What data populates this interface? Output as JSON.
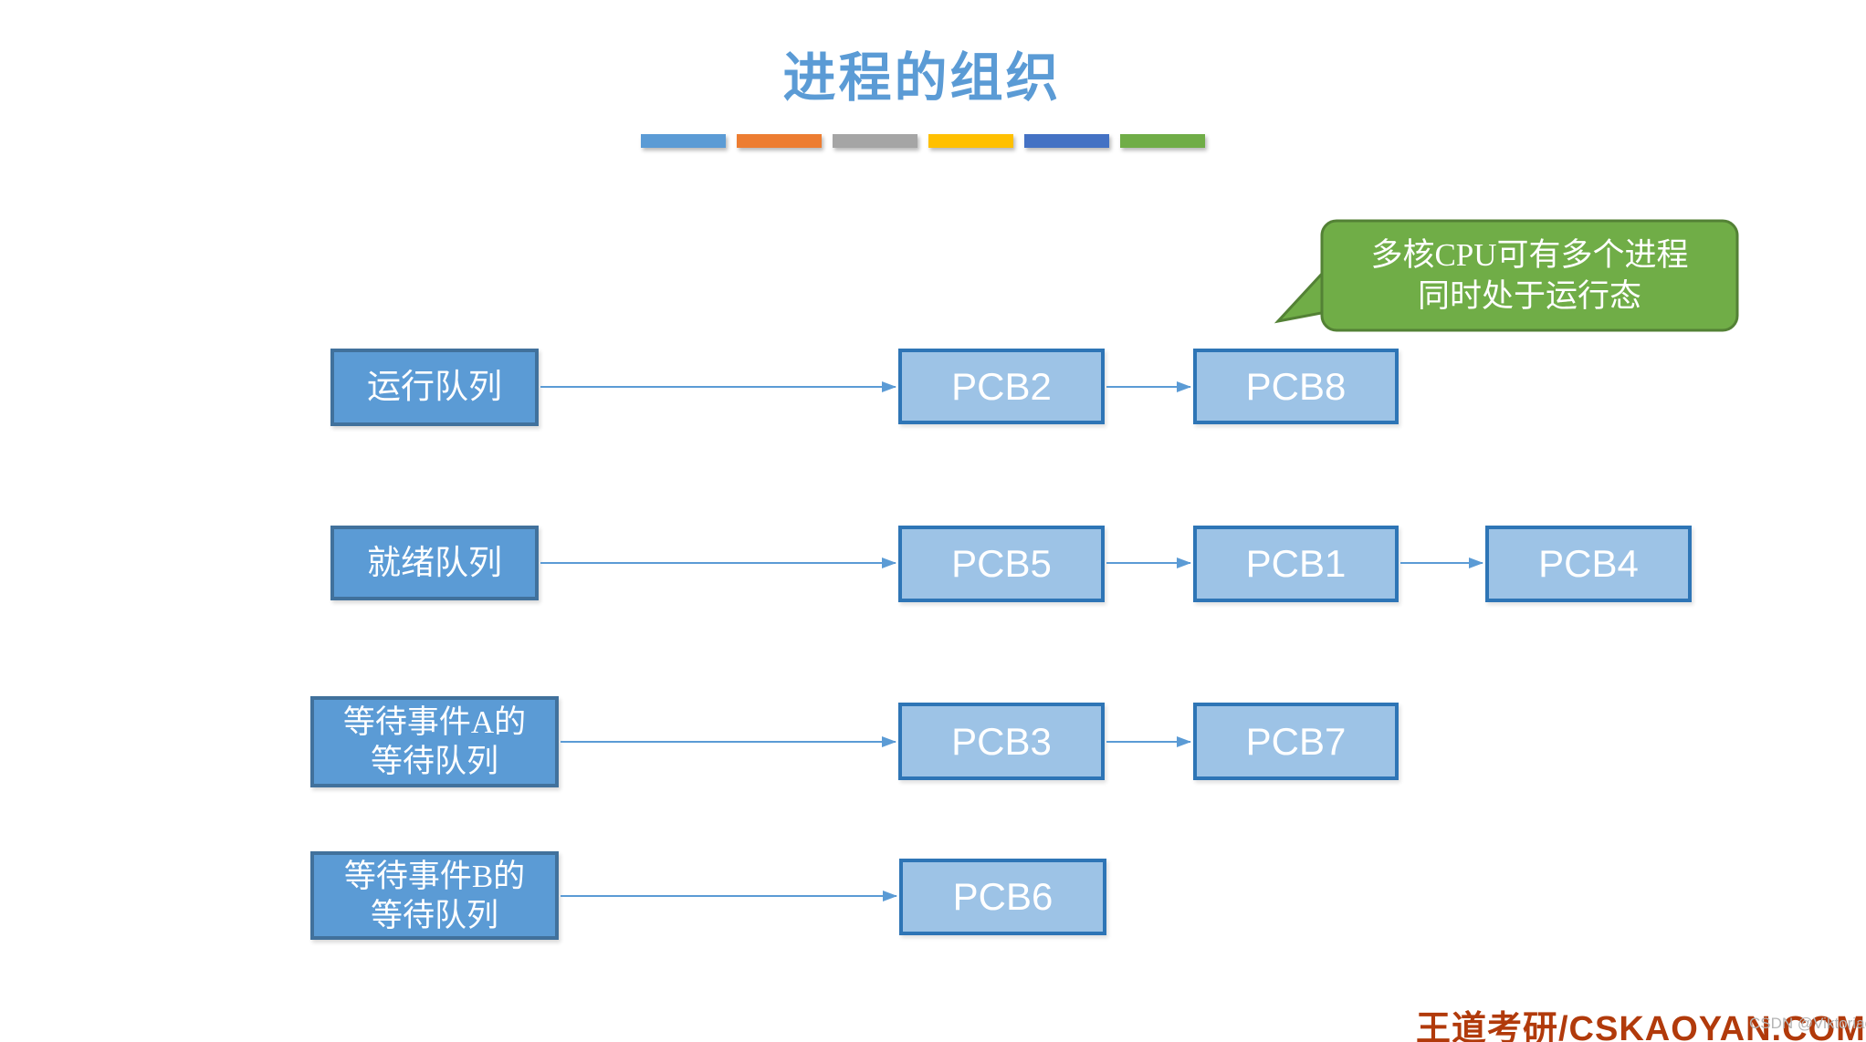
{
  "title": "进程的组织",
  "accent_bars": [
    "#5B9BD5",
    "#ED7D31",
    "#A5A5A5",
    "#FFC000",
    "#4472C4",
    "#70AD47"
  ],
  "callout": {
    "line1": "多核CPU可有多个进程",
    "line2": "同时处于运行态",
    "fill": "#70AD47",
    "border": "#538135",
    "text_color": "#FFFFFF"
  },
  "rows": [
    {
      "queue": {
        "lines": [
          "运行队列"
        ]
      },
      "pcbs": [
        "PCB2",
        "PCB8"
      ]
    },
    {
      "queue": {
        "lines": [
          "就绪队列"
        ]
      },
      "pcbs": [
        "PCB5",
        "PCB1",
        "PCB4"
      ]
    },
    {
      "queue": {
        "lines": [
          "等待事件A的",
          "等待队列"
        ]
      },
      "pcbs": [
        "PCB3",
        "PCB7"
      ]
    },
    {
      "queue": {
        "lines": [
          "等待事件B的",
          "等待队列"
        ]
      },
      "pcbs": [
        "PCB6"
      ]
    }
  ],
  "footer": {
    "brand": "王道考研/CSKAOYAN.COM",
    "watermark": "CSDN @Viktoriae"
  },
  "colors": {
    "title": "#5B9BD5",
    "queue_box_fill": "#5B9BD5",
    "queue_box_border": "#41719C",
    "pcb_box_fill": "#9DC3E6",
    "pcb_box_border": "#2E75B6",
    "arrow": "#5B9BD5",
    "brand_text": "#B13A0B",
    "watermark_text": "#B5B5B5"
  }
}
